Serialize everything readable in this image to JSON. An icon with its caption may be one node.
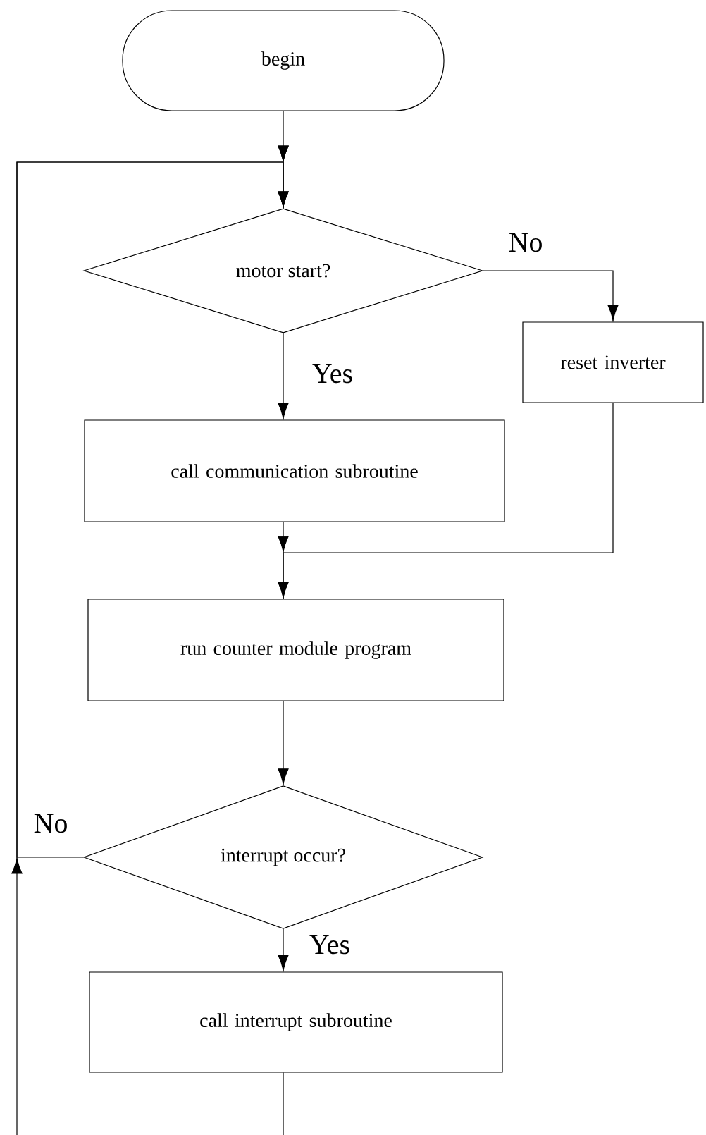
{
  "diagram": {
    "nodes": [
      {
        "text": [
          "begin"
        ]
      },
      {
        "text": [
          "motor start?"
        ]
      },
      {
        "text": [
          "reset inverter"
        ]
      },
      {
        "text": [
          "call communication subroutine"
        ]
      },
      {
        "text": [
          "run counter module program"
        ]
      },
      {
        "text": [
          "interrupt occur?"
        ]
      },
      {
        "text": [
          "call interrupt subroutine"
        ]
      }
    ],
    "edges": [
      {
        "from": 0,
        "to": 1,
        "arrow": "to"
      },
      {
        "from": 1,
        "to": 3,
        "arrow": "to",
        "label": "Yes"
      },
      {
        "from": 1,
        "to": 2,
        "arrow": "to",
        "label": "No"
      },
      {
        "from": 3,
        "to": 4,
        "arrow": "to"
      },
      {
        "from": 2,
        "to": 4,
        "arrow": "to"
      },
      {
        "from": 4,
        "to": 5,
        "arrow": "to"
      },
      {
        "from": 5,
        "to": 6,
        "arrow": "to",
        "label": "Yes"
      },
      {
        "from": 5,
        "to": 1,
        "arrow": "to",
        "label": "No"
      },
      {
        "from": 6,
        "to": 1,
        "arrow": "to"
      }
    ]
  }
}
